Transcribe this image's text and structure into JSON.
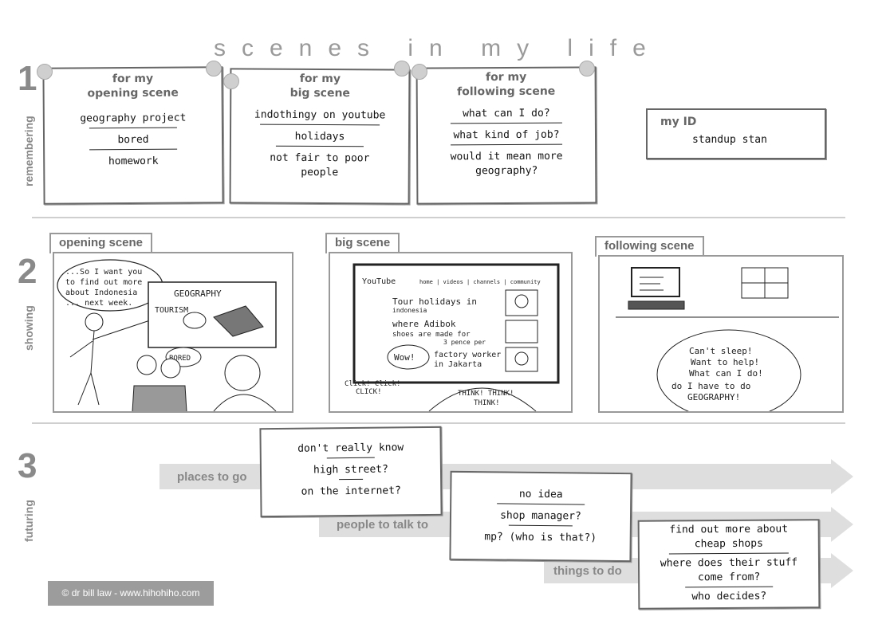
{
  "title": "scenes in my life",
  "sections": [
    {
      "number": "1",
      "label": "remembering"
    },
    {
      "number": "2",
      "label": "showing"
    },
    {
      "number": "3",
      "label": "futuring"
    }
  ],
  "remembering": {
    "cards": [
      {
        "heading": [
          "for my",
          "opening scene"
        ],
        "items": [
          "geography project",
          "bored",
          "homework"
        ]
      },
      {
        "heading": [
          "for my",
          "big scene"
        ],
        "items": [
          "indothingy on youtube",
          "holidays",
          "not fair to poor",
          "people"
        ]
      },
      {
        "heading": [
          "for my",
          "following scene"
        ],
        "items": [
          "what can I do?",
          "what kind of job?",
          "would it mean more",
          "geography?"
        ]
      }
    ],
    "id_card": {
      "label": "my ID",
      "value": "standup stan"
    }
  },
  "showing": {
    "panels": [
      {
        "tab": "opening scene",
        "speech": [
          "...So I want you",
          "to find out more",
          "about Indonesia",
          "... next week."
        ],
        "board": [
          "GEOGRAPHY",
          "TOURISM"
        ],
        "bubble": "BORED"
      },
      {
        "tab": "big scene",
        "browser": [
          "YouTube",
          "home | videos | channels | community"
        ],
        "lines": [
          "Tour holidays in",
          "indonesia",
          "where Adibok",
          "shoes are made for",
          "3 pence per",
          "factory worker",
          "in Jakarta"
        ],
        "wow": "Wow!",
        "clicks": [
          "Click! Click!",
          "CLICK!"
        ],
        "thinks": [
          "THINK! THINK!",
          "THINK!"
        ]
      },
      {
        "tab": "following scene",
        "thought": [
          "Can't sleep!",
          "Want to help!",
          "What can I do!",
          "do I have to do",
          "GEOGRAPHY!"
        ]
      }
    ]
  },
  "futuring": {
    "arrows": [
      "places to go",
      "people to talk to",
      "things to do"
    ],
    "cards": [
      {
        "items": [
          "don't really know",
          "high street?",
          "on the internet?"
        ]
      },
      {
        "items": [
          "no idea",
          "shop manager?",
          "mp? (who is that?)"
        ]
      },
      {
        "items": [
          "find out more about",
          "cheap shops",
          "where does their stuff",
          "come from?",
          "who decides?"
        ]
      }
    ]
  },
  "credit": "©  dr bill law - www.hihohiho.com"
}
